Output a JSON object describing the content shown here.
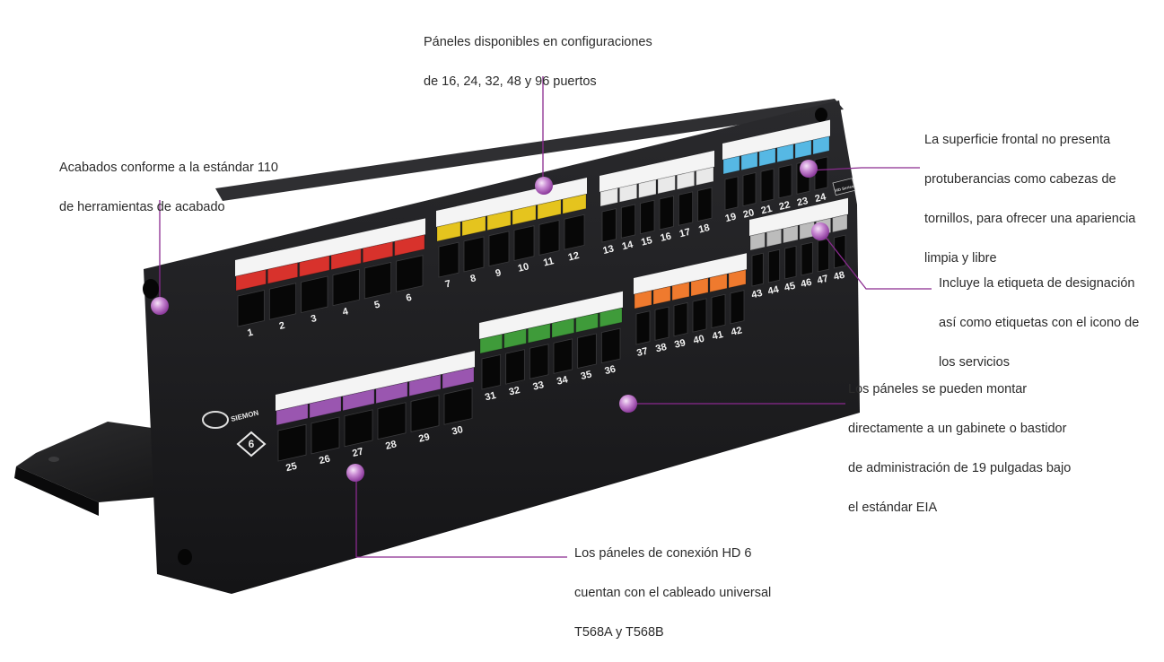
{
  "callouts": {
    "ports_config": [
      "Páneles disponibles en configuraciones",
      "de 16, 24, 32, 48 y 96 puertos"
    ],
    "finishing": [
      "Acabados conforme a la estándar 110",
      "de herramientas de acabado"
    ],
    "front_surface": [
      "La superficie frontal no presenta",
      "protuberancias como cabezas de",
      "tornillos, para ofrecer una apariencia",
      "limpia y libre"
    ],
    "designation": [
      "Incluye la etiqueta de designación",
      "así como etiquetas con el icono de",
      "los servicios"
    ],
    "mounting": [
      "Los páneles se pueden montar",
      "directamente a un gabinete o bastidor",
      "de administración de 19 pulgadas bajo",
      "el estándar EIA"
    ],
    "wiring": [
      "Los páneles de conexión HD 6",
      "cuentan con el cableado universal",
      "T568A y T568B"
    ]
  },
  "panel": {
    "brand": "SIEMON",
    "category_badge": "6",
    "series_tag": "HD Series",
    "port_numbers": [
      "1",
      "2",
      "3",
      "4",
      "5",
      "6",
      "7",
      "8",
      "9",
      "10",
      "11",
      "12",
      "13",
      "14",
      "15",
      "16",
      "17",
      "18",
      "19",
      "20",
      "21",
      "22",
      "23",
      "24",
      "25",
      "26",
      "27",
      "28",
      "29",
      "30",
      "31",
      "32",
      "33",
      "34",
      "35",
      "36",
      "37",
      "38",
      "39",
      "40",
      "41",
      "42",
      "43",
      "44",
      "45",
      "46",
      "47",
      "48"
    ]
  },
  "colors": {
    "marker": "#b04fbf",
    "leader": "#8a2a8f",
    "panel_body": "#1c1c1e",
    "module_red": "#d8322c",
    "module_yellow": "#e5c41e",
    "module_white": "#e9e9e9",
    "module_blue": "#56b8e4",
    "module_purple": "#9a56b0",
    "module_green": "#3f9b3a",
    "module_orange": "#ef7a2e",
    "module_grey": "#bcbcbc"
  }
}
